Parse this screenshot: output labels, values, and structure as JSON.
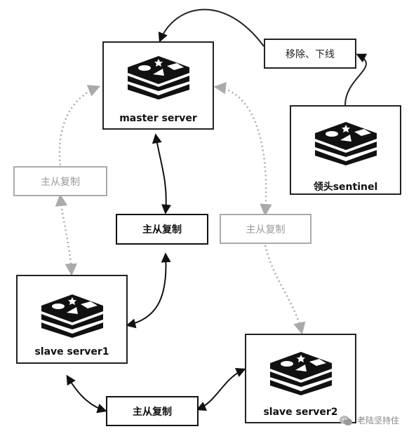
{
  "nodes": {
    "master": {
      "label": "master server"
    },
    "sentinel": {
      "label": "领头sentinel"
    },
    "slave1": {
      "label": "slave server1"
    },
    "slave2": {
      "label": "slave server2"
    }
  },
  "edges": {
    "repl_master_slave1": "主从复制",
    "repl_slave1_slave2": "主从复制",
    "repl_old_left": "主从复制",
    "repl_old_right": "主从复制",
    "remove_offline": "移除、下线"
  },
  "icons": {
    "node_icon": "redis-logo-icon",
    "wechat": "wechat-icon"
  },
  "colors": {
    "dark": "#111111",
    "grey": "#aaaaaa",
    "logo_red": "#000000"
  },
  "watermark": "老陆坚持住"
}
